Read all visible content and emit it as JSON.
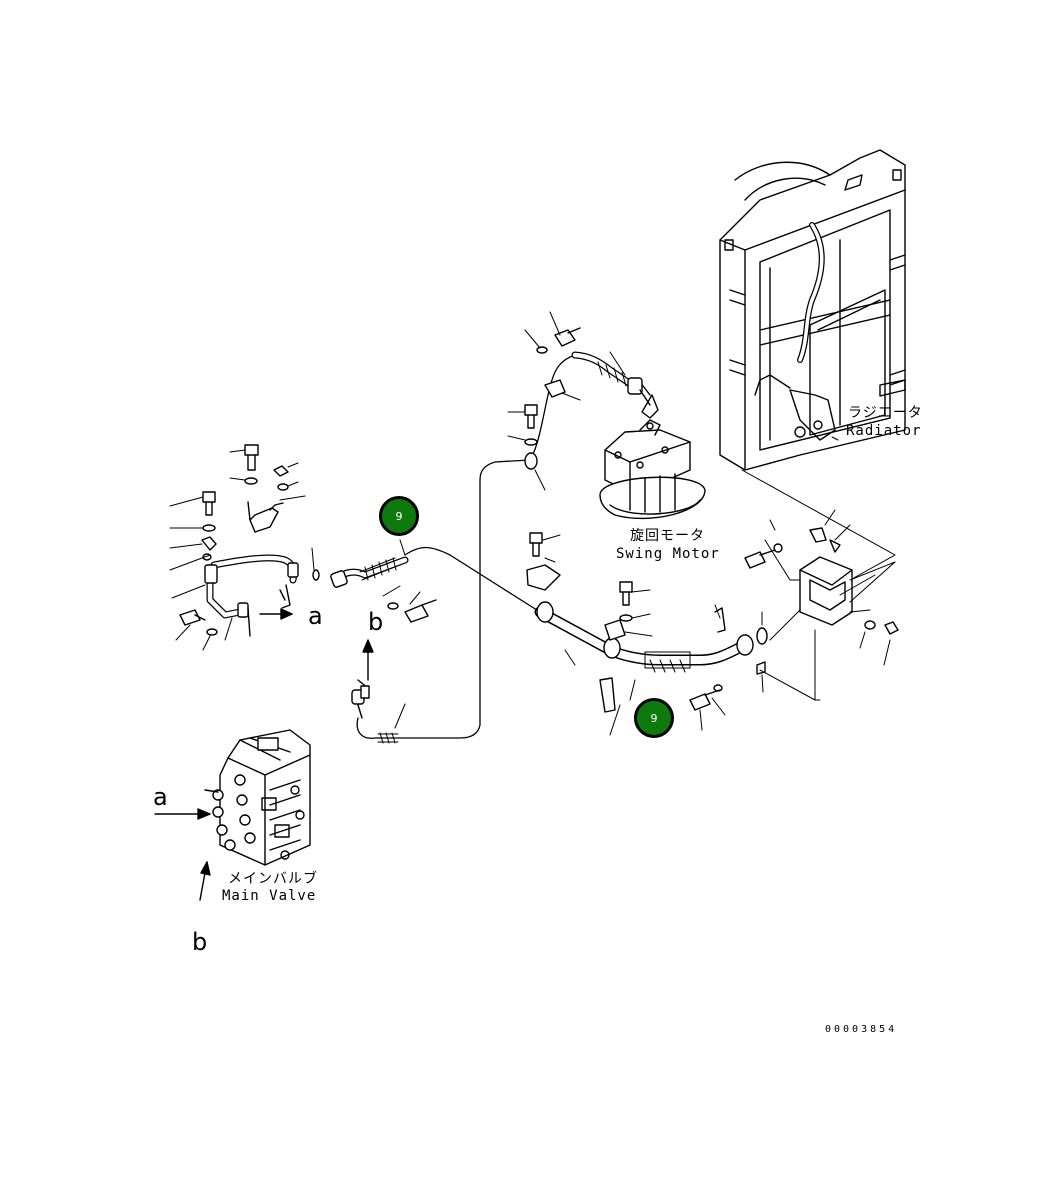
{
  "labels": {
    "radiator_jp": "ラジエータ",
    "radiator_en": "Radiator",
    "swing_motor_jp": "旋回モータ",
    "swing_motor_en": "Swing Motor",
    "main_valve_jp": "メインバルブ",
    "main_valve_en": "Main Valve"
  },
  "connectors": {
    "a_right": "a",
    "a_left": "a",
    "b_upper": "b",
    "b_lower": "b"
  },
  "callouts": {
    "upper": "9",
    "lower": "9"
  },
  "drawing_code": "00003854",
  "colors": {
    "callout_fill": "#0e7a0e",
    "line": "#000000",
    "background": "#ffffff"
  }
}
